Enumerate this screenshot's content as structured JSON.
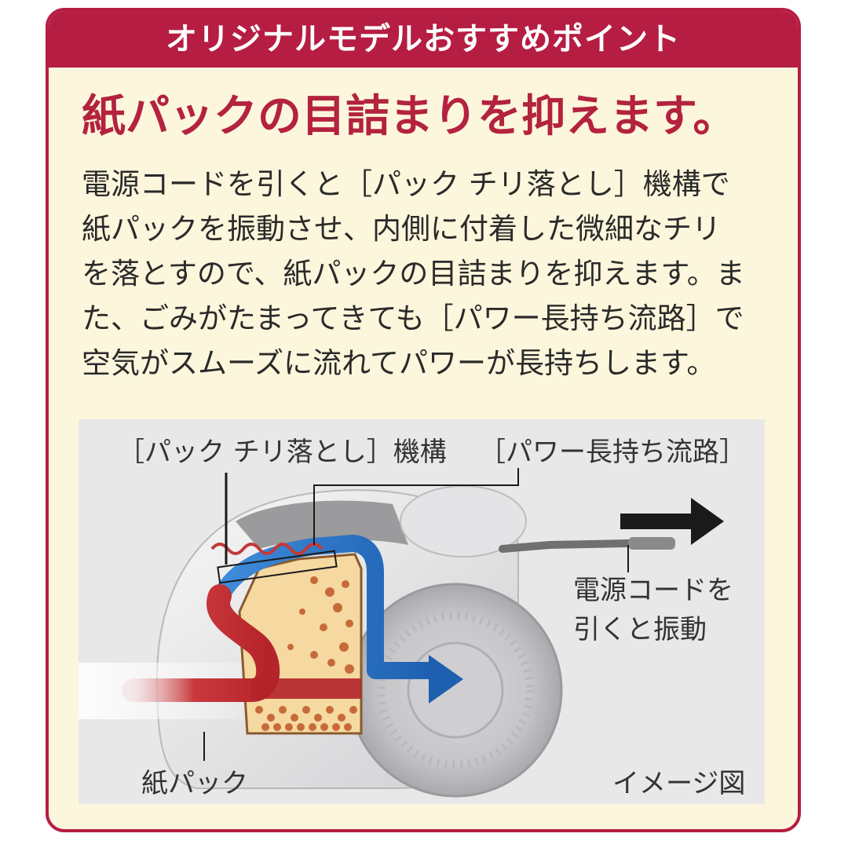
{
  "banner": {
    "title": "オリジナルモデルおすすめポイント"
  },
  "headline": "紙パックの目詰まりを抑えます。",
  "body_lines": [
    "電源コードを引くと［パック チリ落とし］機構で",
    "紙パックを振動させ、内側に付着した微細なチリ",
    "を落とすので、紙パックの目詰まりを抑えます。ま",
    "た、ごみがたまってきても［パワー長持ち流路］で",
    "空気がスムーズに流れてパワーが長持ちします。"
  ],
  "diagram": {
    "label_pack_mechanism": "［パック チリ落とし］機構",
    "label_power_channel": "［パワー長持ち流路］",
    "label_cord_line1": "電源コードを",
    "label_cord_line2": "引くと振動",
    "label_paper_pack": "紙パック",
    "label_image_note": "イメージ図"
  },
  "colors": {
    "brand_red": "#b61d43",
    "headline_red": "#b3223f",
    "card_bg": "#fcf6dc",
    "airflow_blue": "#3a86d1",
    "airflow_red": "#b4242a"
  }
}
